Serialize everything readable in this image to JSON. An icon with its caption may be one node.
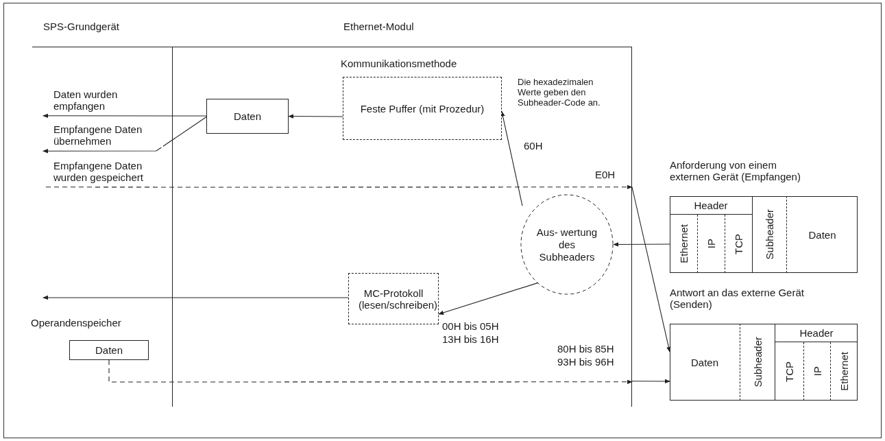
{
  "diagram": {
    "nodes": [
      {
        "text": [
          "Daten"
        ],
        "in": 20
      },
      {
        "text": [
          "Feste Puffer (mit Prozedur)"
        ],
        "in": 20
      },
      {
        "text": [
          "MC-Protokoll (lesen/schreiben)"
        ],
        "in": 20
      },
      {
        "text": [
          "Aus- wertung des Subheaders"
        ],
        "in": 20
      },
      {
        "text": [
          "Anforderung von einem externen Gerät (Empfangen)"
        ]
      },
      {
        "text": [
          "Header"
        ],
        "in": 4
      },
      {
        "text": [
          "Ethernet"
        ],
        "in": 4
      },
      {
        "text": [
          "IP"
        ],
        "in": 4
      },
      {
        "text": [
          "TCP"
        ],
        "in": 4
      },
      {
        "text": [
          "Subheader"
        ],
        "in": 4
      },
      {
        "text": [
          "Daten"
        ],
        "in": 4
      },
      {
        "text": [
          "Antwort an das externe Gerät (Senden)"
        ]
      },
      {
        "text": [
          "Daten"
        ],
        "in": 11
      },
      {
        "text": [
          "Subheader"
        ],
        "in": 11
      },
      {
        "text": [
          "Header"
        ],
        "in": 11
      },
      {
        "text": [
          "TCP"
        ],
        "in": 11
      },
      {
        "text": [
          "IP"
        ],
        "in": 11
      },
      {
        "text": [
          "Ethernet"
        ],
        "in": 11
      },
      {
        "text": [
          "Operandenspeicher",
          "Daten"
        ],
        "in": 19
      },
      {
        "text": [
          "SPS-Grundgerät"
        ]
      },
      {
        "text": [
          "Ethernet-Modul"
        ]
      }
    ],
    "edges": [
      {
        "from": 1,
        "to": 0,
        "arrow": "to"
      },
      {
        "from": 0,
        "to": 19,
        "arrow": "to",
        "label": "Daten wurden empfangen"
      },
      {
        "from": 0,
        "to": 19,
        "arrow": "to",
        "label": "Empfangene Daten übernehmen"
      },
      {
        "from": 19,
        "to": 20,
        "arrow": "to",
        "style": "dashed",
        "label": "Empfangene Daten wurden gespeichert"
      },
      {
        "from": 20,
        "to": 11,
        "arrow": "to"
      },
      {
        "from": 3,
        "to": 1,
        "arrow": "to"
      },
      {
        "from": 4,
        "to": 3,
        "arrow": "to"
      },
      {
        "from": 3,
        "to": 2,
        "arrow": "to"
      },
      {
        "from": 2,
        "to": 19,
        "arrow": "to"
      },
      {
        "from": 18,
        "to": 20,
        "arrow": "to",
        "style": "dashed"
      },
      {
        "from": 20,
        "to": 11,
        "arrow": "to"
      }
    ],
    "labels": [
      "Kommunikationsmethode",
      "Die hexadezimalen Werte geben den Subheader-Code an.",
      "60H",
      "E0H",
      "00H bis 05H",
      "13H bis 16H",
      "80H bis 85H",
      "93H bis 96H"
    ]
  }
}
